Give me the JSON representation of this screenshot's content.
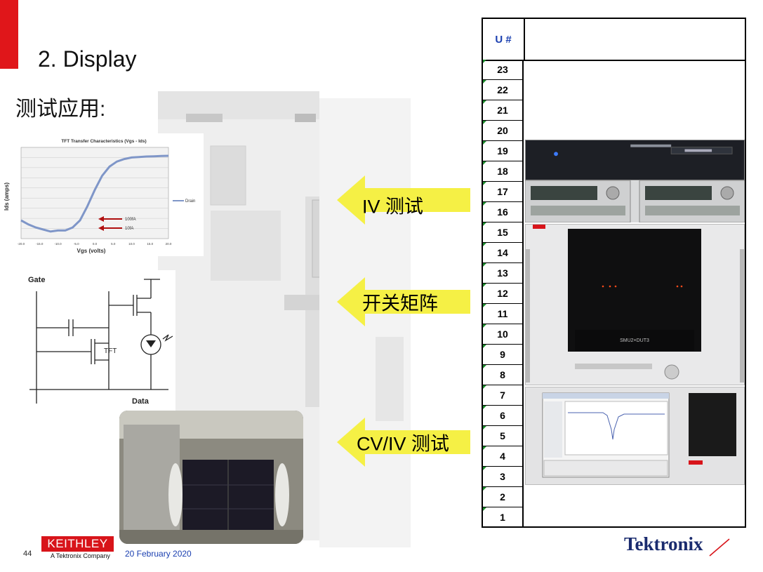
{
  "slide": {
    "title": "2. Display",
    "subtitle": "测试应用:",
    "page_number": "44",
    "date": "20 February 2020"
  },
  "brand": {
    "keithley": "KEITHLEY",
    "keithley_sub": "A Tektronix Company",
    "tektronix": "Tektronix",
    "red": "#e0161a",
    "yellow": "#f5f045",
    "blue": "#1a3fb0"
  },
  "callouts": {
    "iv": "IV 测试",
    "switch": "开关矩阵",
    "cviv": "CV/IV 测试"
  },
  "rack": {
    "header": "U #",
    "units": [
      "23",
      "22",
      "21",
      "20",
      "19",
      "18",
      "17",
      "16",
      "15",
      "14",
      "13",
      "12",
      "11",
      "10",
      "9",
      "8",
      "7",
      "6",
      "5",
      "4",
      "3",
      "2",
      "1"
    ]
  },
  "instruments": {
    "smu_display": "SMU2×DUT3"
  },
  "chart_data": {
    "type": "line",
    "title": "TFT Transfer Characteristics (Vgs - Ids)",
    "xlabel": "Vgs (volts)",
    "ylabel": "Ids (amps)",
    "legend": "Drain",
    "x_ticks": [
      "-20.0",
      "-15.0",
      "-10.0",
      "-5.0",
      "0.0",
      "5.0",
      "10.0",
      "15.0",
      "20.0"
    ],
    "xlim": [
      -20,
      20
    ],
    "series": [
      {
        "name": "Drain",
        "x": [
          -20,
          -18,
          -16,
          -14,
          -12,
          -10,
          -8,
          -6,
          -4,
          -2,
          0,
          2,
          4,
          6,
          8,
          10,
          12,
          14,
          16,
          18,
          20
        ],
        "y": [
          -13.2,
          -13.6,
          -13.9,
          -14.1,
          -14.3,
          -14.2,
          -14.2,
          -13.9,
          -13.2,
          -11.8,
          -10.2,
          -8.8,
          -7.9,
          -7.4,
          -7.15,
          -7.0,
          -6.95,
          -6.9,
          -6.88,
          -6.85,
          -6.83
        ]
      }
    ],
    "annotations": [
      "100fA",
      "10fA"
    ]
  },
  "circuit": {
    "gate": "Gate",
    "data": "Data",
    "tft": "TFT"
  }
}
